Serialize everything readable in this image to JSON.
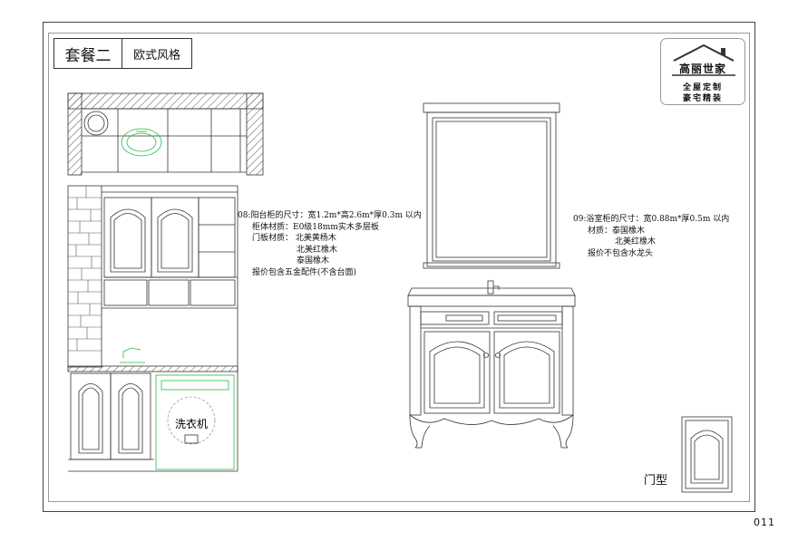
{
  "header": {
    "package_title": "套餐二",
    "style_label": "欧式风格"
  },
  "logo": {
    "brand_name": "高丽世家",
    "slogan_line1": "全屋定制",
    "slogan_line2": "豪宅精装"
  },
  "spec_08": {
    "lines": [
      "08:阳台柜的尺寸：宽1.2m*高2.6m*厚0.3m 以内",
      "柜体材质：E0级18mm实木多层板",
      "门板材质： 北美黄杨木",
      "北美红橡木",
      "泰国橡木",
      "报价包含五金配件(不含台面)"
    ]
  },
  "spec_09": {
    "lines": [
      "09:浴室柜的尺寸：宽0.88m*厚0.5m 以内",
      "材质：泰国橡木",
      "北美红橡木",
      "报价不包含水龙头"
    ]
  },
  "drawing": {
    "washer_label": "洗衣机",
    "door_type_label": "门型"
  },
  "page_number": "011",
  "colors": {
    "line": "#333333",
    "accent_green": "#22bb44",
    "hatch": "#555555"
  }
}
